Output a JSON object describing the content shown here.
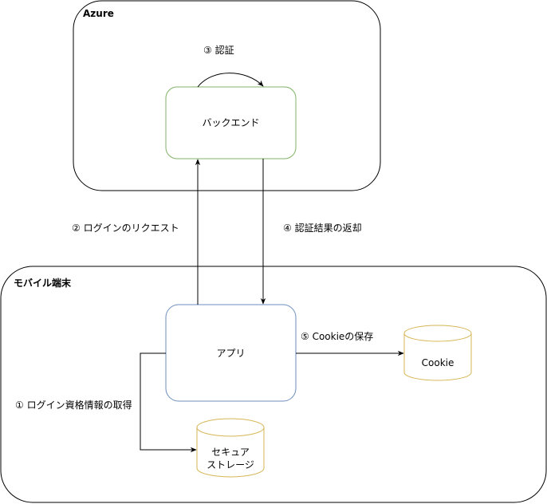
{
  "groups": {
    "azure": {
      "title": "Azure"
    },
    "mobile": {
      "title": "モバイル端末"
    }
  },
  "nodes": {
    "backend": {
      "label": "バックエンド",
      "stroke": "#82b366"
    },
    "app": {
      "label": "アプリ",
      "stroke": "#6c8ebf"
    },
    "cookie": {
      "label": "Cookie",
      "stroke": "#d6b656"
    },
    "secure_storage": {
      "label": "セキュア\nストレージ",
      "stroke": "#d6b656"
    }
  },
  "edges": {
    "step1": {
      "label": "① ログイン資格情報の取得"
    },
    "step2": {
      "label": "② ログインのリクエスト"
    },
    "step3": {
      "label": "③ 認証"
    },
    "step4": {
      "label": "④ 認証結果の返却"
    },
    "step5": {
      "label": "⑤ Cookieの保存"
    }
  }
}
